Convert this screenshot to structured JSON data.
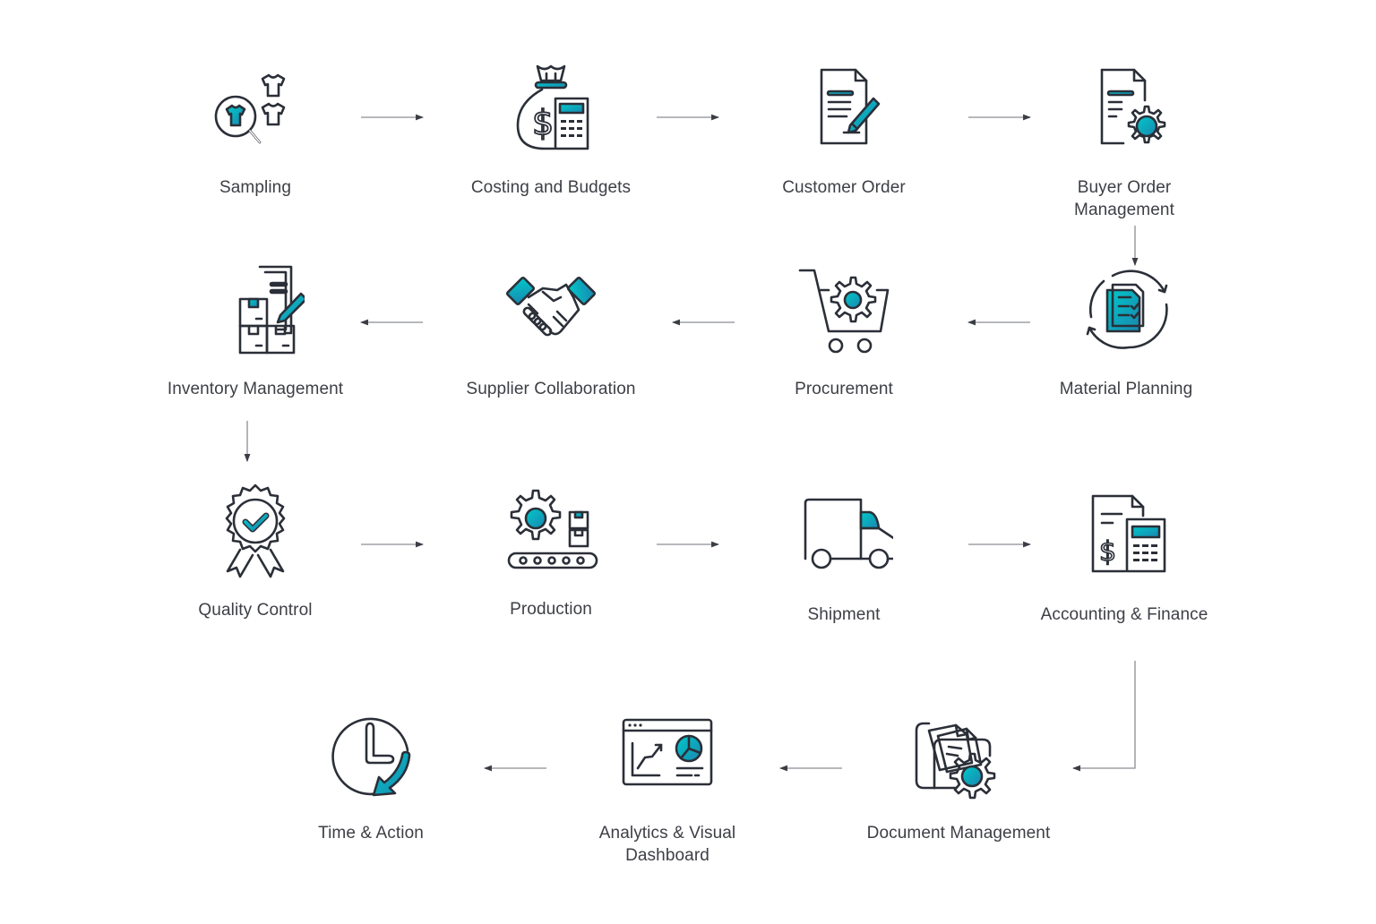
{
  "diagram": {
    "type": "process-flow",
    "accent_gradient": [
      "#00c2c7",
      "#1a8fb5"
    ],
    "stroke_color": "#2b2f38",
    "label_color": "#3d3f45",
    "connector_color": "#6b6e75",
    "steps": [
      {
        "id": "sampling",
        "label": "Sampling",
        "icon": "tshirt-search-icon"
      },
      {
        "id": "costing",
        "label": "Costing and Budgets",
        "icon": "money-bag-calculator-icon"
      },
      {
        "id": "customer-order",
        "label": "Customer Order",
        "icon": "document-pen-icon"
      },
      {
        "id": "buyer-order",
        "label": "Buyer Order Management",
        "label_lines": [
          "Buyer Order",
          "Management"
        ],
        "icon": "document-gear-icon"
      },
      {
        "id": "material-planning",
        "label": "Material Planning",
        "icon": "document-cycle-icon"
      },
      {
        "id": "procurement",
        "label": "Procurement",
        "icon": "cart-gear-icon"
      },
      {
        "id": "supplier",
        "label": "Supplier Collaboration",
        "icon": "handshake-icon"
      },
      {
        "id": "inventory",
        "label": "Inventory Management",
        "icon": "boxes-clipboard-icon"
      },
      {
        "id": "quality",
        "label": "Quality Control",
        "icon": "award-badge-check-icon"
      },
      {
        "id": "production",
        "label": "Production",
        "icon": "gear-conveyor-icon"
      },
      {
        "id": "shipment",
        "label": "Shipment",
        "icon": "truck-icon"
      },
      {
        "id": "accounting",
        "label": "Accounting & Finance",
        "icon": "invoice-calculator-icon"
      },
      {
        "id": "document",
        "label": "Document Management",
        "icon": "folder-gear-icon"
      },
      {
        "id": "analytics",
        "label": "Analytics & Visual Dashboard",
        "label_lines": [
          "Analytics & Visual",
          "Dashboard"
        ],
        "icon": "dashboard-chart-icon"
      },
      {
        "id": "time-action",
        "label": "Time & Action",
        "icon": "clock-arrow-icon"
      }
    ],
    "flow": [
      [
        "sampling",
        "costing"
      ],
      [
        "costing",
        "customer-order"
      ],
      [
        "customer-order",
        "buyer-order"
      ],
      [
        "buyer-order",
        "material-planning"
      ],
      [
        "material-planning",
        "procurement"
      ],
      [
        "procurement",
        "supplier"
      ],
      [
        "supplier",
        "inventory"
      ],
      [
        "inventory",
        "quality"
      ],
      [
        "quality",
        "production"
      ],
      [
        "production",
        "shipment"
      ],
      [
        "shipment",
        "accounting"
      ],
      [
        "accounting",
        "document"
      ],
      [
        "document",
        "analytics"
      ],
      [
        "analytics",
        "time-action"
      ]
    ]
  }
}
